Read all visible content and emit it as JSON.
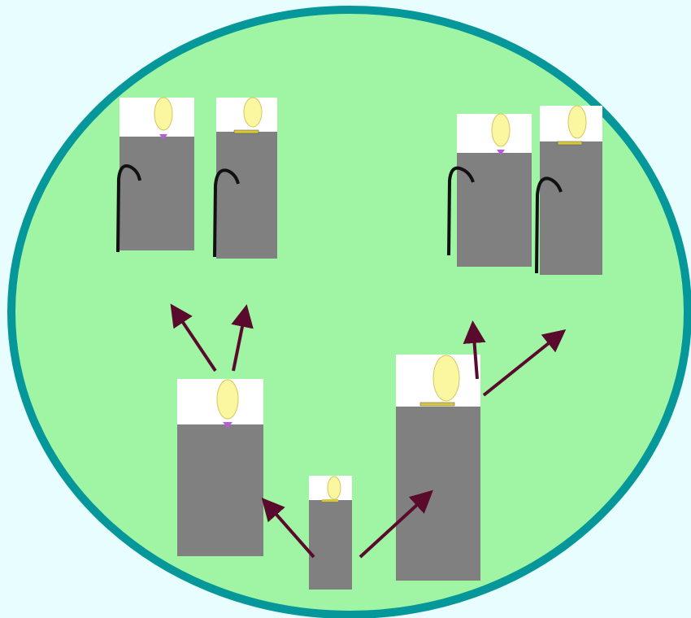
{
  "colors": {
    "background": "#e8fdfd",
    "ellipse_fill": "#9ff5a3",
    "ellipse_stroke": "#06979a",
    "body": "#808080",
    "head_band": "#ffffff",
    "face": "#fbf7a0",
    "tie": "#b45ed6",
    "collar": "#d8c838",
    "cane": "#111111",
    "arrow": "#5a0a2c"
  },
  "figures": [
    {
      "role": "child",
      "accessory": "collar-bar"
    },
    {
      "role": "adult",
      "accessory": "tie"
    },
    {
      "role": "adult",
      "accessory": "collar-bar"
    },
    {
      "role": "elder",
      "accessory": "tie",
      "cane": true
    },
    {
      "role": "elder",
      "accessory": "collar-bar",
      "cane": true
    },
    {
      "role": "elder",
      "accessory": "tie",
      "cane": true
    },
    {
      "role": "elder",
      "accessory": "collar-bar",
      "cane": true
    }
  ],
  "arrows": [
    {
      "from": "child",
      "to": "adult-left"
    },
    {
      "from": "child",
      "to": "adult-right"
    },
    {
      "from": "adult-left",
      "to": "elder-group-left"
    },
    {
      "from": "adult-left",
      "to": "elder-group-left"
    },
    {
      "from": "adult-right",
      "to": "elder-group-right"
    },
    {
      "from": "adult-right",
      "to": "elder-group-right"
    }
  ]
}
